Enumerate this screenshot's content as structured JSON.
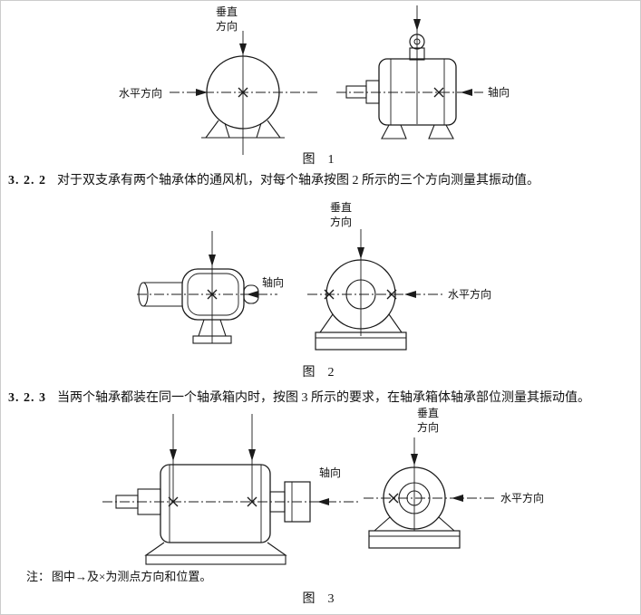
{
  "figures": {
    "fig1": {
      "caption": "图　1",
      "vertical_label": "垂直\n方向",
      "horizontal_label": "水平方向",
      "axial_label": "轴向"
    },
    "fig2": {
      "caption": "图　2",
      "vertical_label": "垂直\n方向",
      "horizontal_label": "水平方向",
      "axial_label": "轴向"
    },
    "fig3": {
      "caption": "图　3",
      "vertical_label": "垂直\n方向",
      "horizontal_label": "水平方向",
      "axial_label": "轴向"
    }
  },
  "paragraphs": {
    "p322": {
      "number": "3. 2. 2",
      "text": "对于双支承有两个轴承体的通风机，对每个轴承按图 2 所示的三个方向测量其振动值。"
    },
    "p323": {
      "number": "3. 2. 3",
      "text": "当两个轴承都装在同一个轴承箱内时，按图 3 所示的要求，在轴承箱体轴承部位测量其振动值。"
    }
  },
  "note": {
    "label": "注：",
    "text": "图中→及×为测点方向和位置。"
  }
}
